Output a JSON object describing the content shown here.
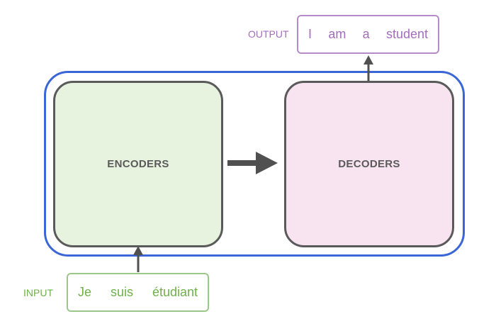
{
  "labels": {
    "encoders": "ENCODERS",
    "decoders": "DECODERS",
    "output_label": "OUTPUT",
    "input_label": "INPUT"
  },
  "output_tokens": [
    "I",
    "am",
    "a",
    "student"
  ],
  "input_tokens": [
    "Je",
    "suis",
    "étudiant"
  ],
  "colors": {
    "frame": "#3b67d6",
    "encoder_fill": "#e7f3de",
    "decoder_fill": "#f7e4f0",
    "block_border": "#5a5a5a",
    "output": "#a46dbd",
    "input": "#6fb04a"
  }
}
